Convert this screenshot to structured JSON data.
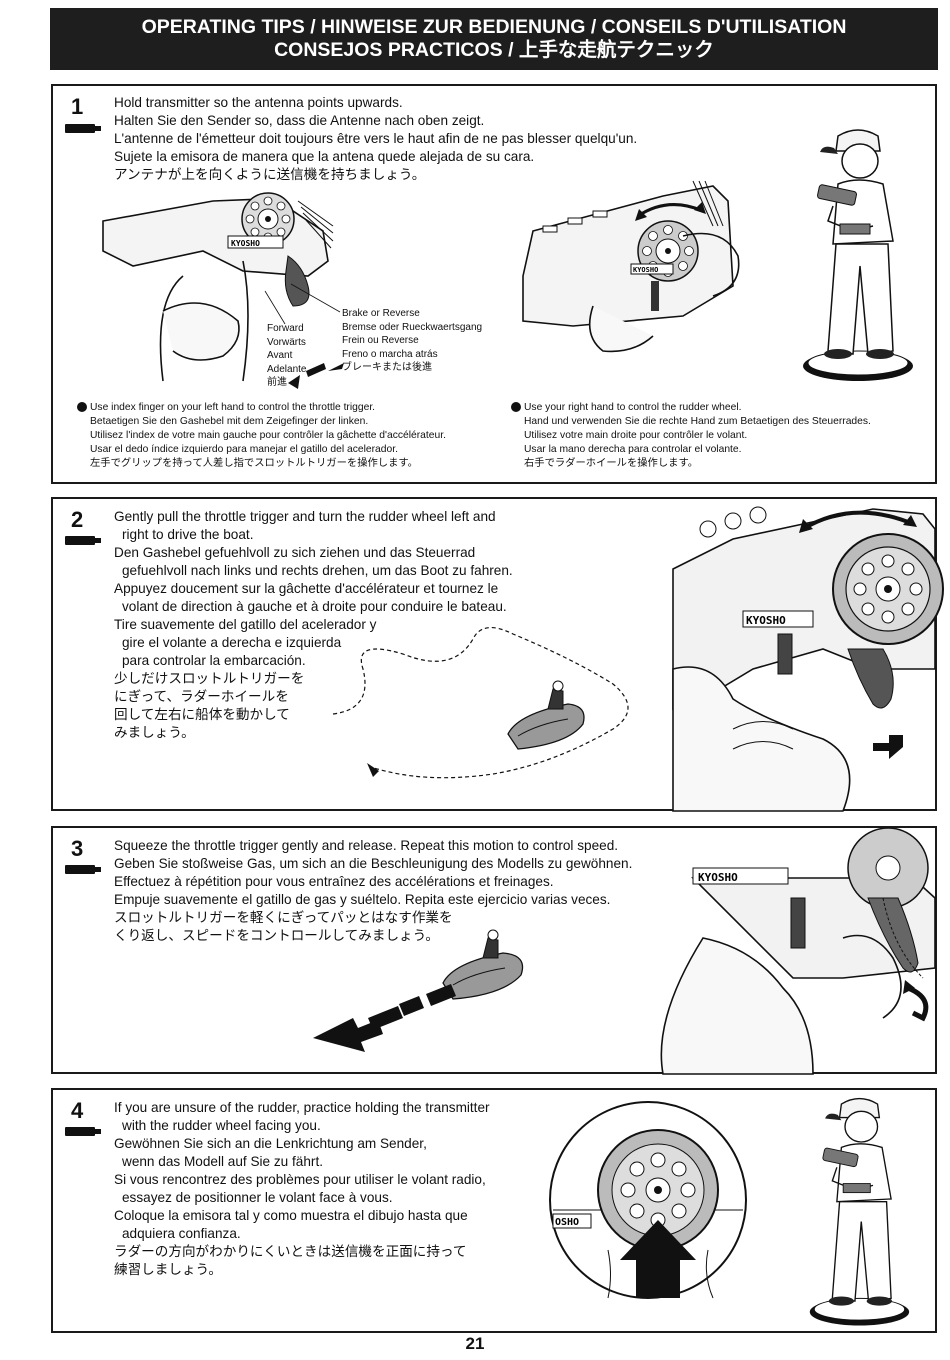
{
  "header": {
    "line1": "OPERATING TIPS / HINWEISE ZUR BEDIENUNG / CONSEILS D'UTILISATION",
    "line2": "CONSEJOS PRACTICOS / 上手な走航テクニック"
  },
  "step1": {
    "number": "1",
    "lines": [
      "Hold transmitter so the antenna points upwards.",
      "Halten Sie den Sender so, dass die Antenne nach oben zeigt.",
      "L'antenne de l'émetteur doit toujours être vers le haut afin de ne pas blesser quelqu'un.",
      "Sujete la emisora de manera que la antena quede alejada de su cara.",
      "アンテナが上を向くように送信機を持ちましょう。"
    ],
    "forward_labels": [
      "Forward",
      "Vorwärts",
      "Avant",
      "Adelante",
      "前進"
    ],
    "brake_labels": [
      "Brake or Reverse",
      "Bremse oder Rueckwaertsgang",
      "Frein ou Reverse",
      "Freno o marcha atrás",
      "ブレーキまたは後進"
    ],
    "brand_left": "KYOSHO",
    "brand_right": "KYOSHO",
    "note_left": [
      "Use index finger on your left hand to control the throttle trigger.",
      "Betaetigen Sie den Gashebel mit dem Zeigefinger der linken.",
      "Utilisez l'index de votre main gauche pour contrôler la gâchette d'accélérateur.",
      "Usar el dedo índice izquierdo para manejar el gatillo del acelerador.",
      "左手でグリップを持って人差し指でスロットルトリガーを操作します。"
    ],
    "note_right": [
      "Use your right hand to control the rudder wheel.",
      "Hand und verwenden Sie die rechte Hand zum Betaetigen des Steuerrades.",
      "Utilisez votre main droite pour contrôler le volant.",
      "Usar la mano derecha para controlar el volante.",
      "右手でラダーホイールを操作します。"
    ]
  },
  "step2": {
    "number": "2",
    "lines": [
      {
        "t": "Gently pull the throttle trigger and turn the rudder wheel left and",
        "i": false
      },
      {
        "t": "right to drive the boat.",
        "i": true
      },
      {
        "t": "Den Gashebel gefuehlvoll zu sich ziehen und das Steuerrad",
        "i": false
      },
      {
        "t": "gefuehlvoll nach links und rechts drehen, um das Boot zu fahren.",
        "i": true
      },
      {
        "t": "Appuyez doucement sur la gâchette d'accélérateur et tournez le",
        "i": false
      },
      {
        "t": "volant de direction à gauche et à droite pour conduire le bateau.",
        "i": true
      },
      {
        "t": "Tire suavemente del gatillo del acelerador y",
        "i": false
      },
      {
        "t": "gire el volante a derecha e izquierda",
        "i": true
      },
      {
        "t": "para controlar la embarcación.",
        "i": true
      },
      {
        "t": "少しだけスロットルトリガーを",
        "i": false
      },
      {
        "t": "にぎって、ラダーホイールを",
        "i": false
      },
      {
        "t": "回して左右に船体を動かして",
        "i": false
      },
      {
        "t": "みましょう。",
        "i": false
      }
    ],
    "brand": "KYOSHO"
  },
  "step3": {
    "number": "3",
    "lines": [
      "Squeeze the throttle trigger gently and release.  Repeat this motion to control speed.",
      "Geben Sie stoßweise Gas, um sich an die Beschleunigung des Modells zu gewöhnen.",
      "Effectuez à répétition pour vous entraînez des accélérations et freinages.",
      "Empuje suavemente el gatillo de gas y suéltelo.  Repita este ejercicio varias veces.",
      "スロットルトリガーを軽くにぎってパッとはなす作業を",
      "くり返し、スピードをコントロールしてみましょう。"
    ],
    "brand": "KYOSHO"
  },
  "step4": {
    "number": "4",
    "lines": [
      {
        "t": "If you are unsure of the rudder, practice holding the transmitter",
        "i": false
      },
      {
        "t": "with the rudder wheel facing you.",
        "i": true
      },
      {
        "t": "Gewöhnen Sie sich an die Lenkrichtung am Sender,",
        "i": false
      },
      {
        "t": "wenn das Modell auf Sie zu fährt.",
        "i": true
      },
      {
        "t": "Si vous rencontrez des problèmes pour utiliser le volant radio,",
        "i": false
      },
      {
        "t": "essayez de positionner le volant face à vous.",
        "i": true
      },
      {
        "t": "Coloque la emisora tal y como muestra el dibujo hasta que",
        "i": false
      },
      {
        "t": "adquiera confianza.",
        "i": true
      },
      {
        "t": "ラダーの方向がわかりにくいときは送信機を正面に持って",
        "i": false
      },
      {
        "t": "練習しましょう。",
        "i": false
      }
    ],
    "brand": "OSHO"
  },
  "page_number": "21"
}
